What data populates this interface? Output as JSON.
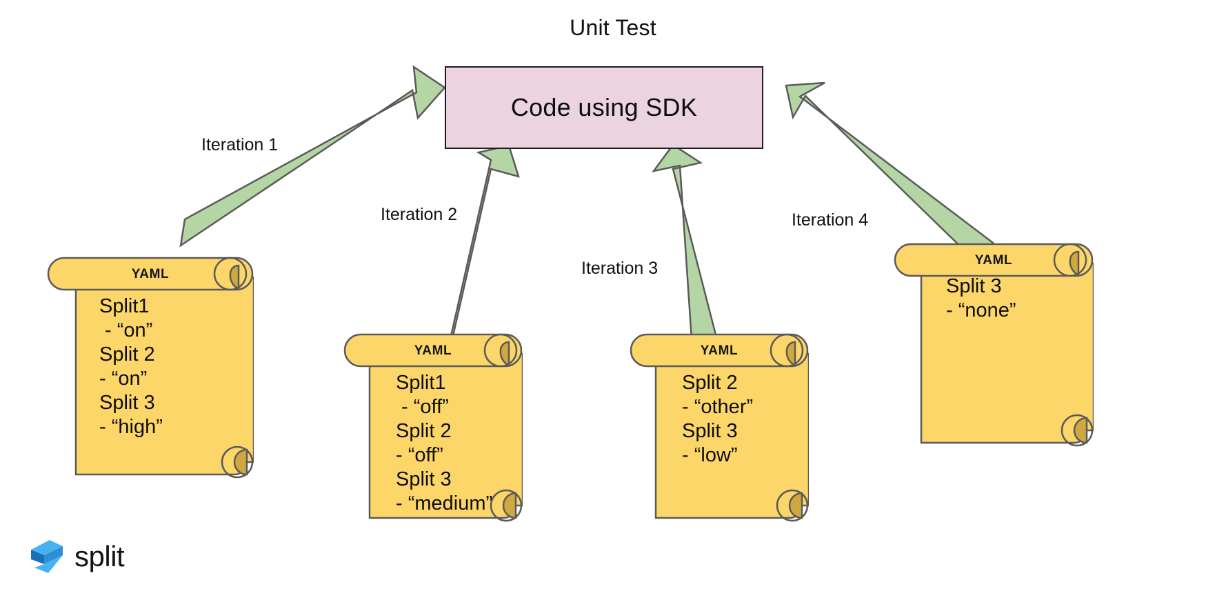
{
  "title": "Unit Test",
  "central_node": {
    "label": "Code using SDK",
    "fill_color": "#ebd3e0",
    "stroke_color": "#1c1c1c"
  },
  "arrows": {
    "fill_color": "#b4d6a4",
    "stroke_color": "#5a5a5a",
    "labels": [
      "Iteration 1",
      "Iteration 2",
      "Iteration 3",
      "Iteration 4"
    ]
  },
  "scroll_style": {
    "fill_color": "#fcd669",
    "curl_color": "#cfa93f",
    "stroke_color": "#5a5a5a"
  },
  "scrolls": [
    {
      "id": "scroll-1",
      "header": "YAML",
      "iteration": "Iteration 1",
      "lines": [
        "Split1",
        " - “on”",
        "Split 2",
        "- “on”",
        "Split 3",
        "- “high”"
      ],
      "text": "Split1\n - “on”\nSplit 2\n- “on”\nSplit 3\n- “high”"
    },
    {
      "id": "scroll-2",
      "header": "YAML",
      "iteration": "Iteration 2",
      "lines": [
        "Split1",
        " - “off”",
        "Split 2",
        "- “off”",
        "Split 3",
        "- “medium”"
      ],
      "text": "Split1\n - “off”\nSplit 2\n- “off”\nSplit 3\n- “medium”"
    },
    {
      "id": "scroll-3",
      "header": "YAML",
      "iteration": "Iteration 3",
      "lines": [
        "Split 2",
        "- “other”",
        "Split 3",
        "- “low”"
      ],
      "text": "Split 2\n- “other”\nSplit 3\n- “low”"
    },
    {
      "id": "scroll-4",
      "header": "YAML",
      "iteration": "Iteration 4",
      "lines": [
        "Split 3",
        "- “none”"
      ],
      "text": "Split 3\n- “none”"
    }
  ],
  "brand": {
    "wordmark": "split",
    "logo_name": "split-logo-mark",
    "color_light": "#48b2f0",
    "color_mid": "#2e8fd6",
    "color_dark": "#1a6fb5"
  }
}
